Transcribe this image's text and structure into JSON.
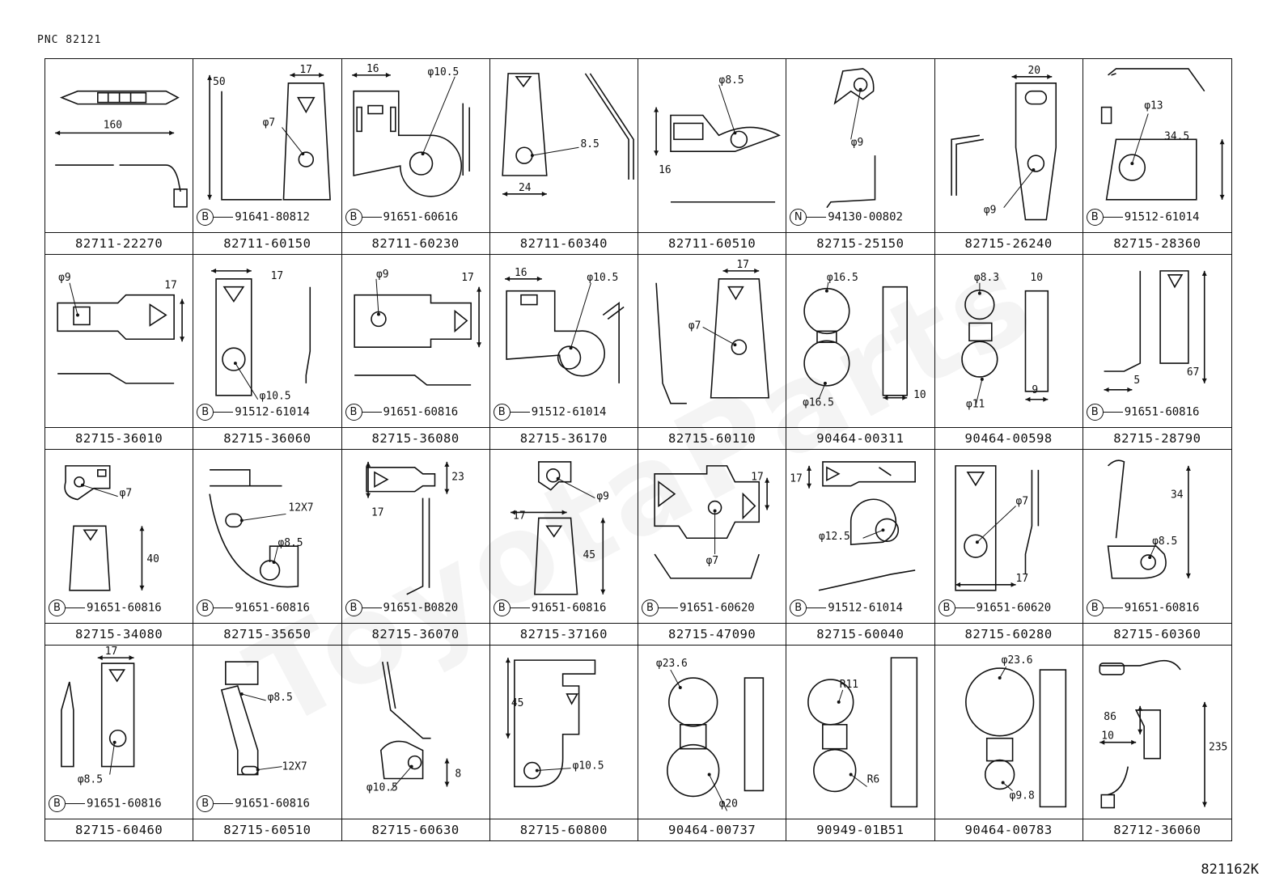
{
  "pnc": "PNC 82121",
  "diagram_code": "821162K",
  "watermark": "ToyotaParts",
  "cells": [
    {
      "part": "82711-22270",
      "dims": [
        "160"
      ]
    },
    {
      "part": "82711-60150",
      "marker": "B",
      "callout": "91641-80812",
      "dims": [
        "50",
        "17",
        "φ7"
      ]
    },
    {
      "part": "82711-60230",
      "marker": "B",
      "callout": "91651-60616",
      "dims": [
        "16",
        "φ10.5"
      ]
    },
    {
      "part": "82711-60340",
      "dims": [
        "8.5",
        "24"
      ]
    },
    {
      "part": "82711-60510",
      "dims": [
        "φ8.5",
        "16"
      ]
    },
    {
      "part": "82715-25150",
      "marker": "N",
      "callout": "94130-00802",
      "dims": [
        "φ9"
      ]
    },
    {
      "part": "82715-26240",
      "dims": [
        "20",
        "φ9"
      ]
    },
    {
      "part": "82715-28360",
      "marker": "B",
      "callout": "91512-61014",
      "dims": [
        "φ13",
        "34.5"
      ]
    },
    {
      "part": "82715-36010",
      "dims": [
        "φ9",
        "17"
      ]
    },
    {
      "part": "82715-36060",
      "marker": "B",
      "callout": "91512-61014",
      "dims": [
        "17",
        "φ10.5"
      ]
    },
    {
      "part": "82715-36080",
      "marker": "B",
      "callout": "91651-60816",
      "dims": [
        "φ9",
        "17"
      ]
    },
    {
      "part": "82715-36170",
      "marker": "B",
      "callout": "91512-61014",
      "dims": [
        "16",
        "φ10.5"
      ]
    },
    {
      "part": "82715-60110",
      "dims": [
        "17",
        "φ7"
      ]
    },
    {
      "part": "90464-00311",
      "dims": [
        "φ16.5",
        "φ16.5",
        "10"
      ]
    },
    {
      "part": "90464-00598",
      "dims": [
        "φ8.3",
        "10",
        "φ11",
        "9"
      ]
    },
    {
      "part": "82715-28790",
      "marker": "B",
      "callout": "91651-60816",
      "dims": [
        "5",
        "67"
      ]
    },
    {
      "part": "82715-34080",
      "marker": "B",
      "callout": "91651-60816",
      "dims": [
        "φ7",
        "40"
      ]
    },
    {
      "part": "82715-35650",
      "marker": "B",
      "callout": "91651-60816",
      "dims": [
        "12X7",
        "φ8.5"
      ]
    },
    {
      "part": "82715-36070",
      "marker": "B",
      "callout": "91651-B0820",
      "dims": [
        "23",
        "17"
      ]
    },
    {
      "part": "82715-37160",
      "marker": "B",
      "callout": "91651-60816",
      "dims": [
        "φ9",
        "17",
        "45"
      ]
    },
    {
      "part": "82715-47090",
      "marker": "B",
      "callout": "91651-60620",
      "dims": [
        "17",
        "φ7"
      ]
    },
    {
      "part": "82715-60040",
      "marker": "B",
      "callout": "91512-61014",
      "dims": [
        "17",
        "φ12.5"
      ]
    },
    {
      "part": "82715-60280",
      "marker": "B",
      "callout": "91651-60620",
      "dims": [
        "φ7",
        "17"
      ]
    },
    {
      "part": "82715-60360",
      "marker": "B",
      "callout": "91651-60816",
      "dims": [
        "34",
        "φ8.5"
      ]
    },
    {
      "part": "82715-60460",
      "marker": "B",
      "callout": "91651-60816",
      "dims": [
        "17",
        "φ8.5"
      ]
    },
    {
      "part": "82715-60510",
      "marker": "B",
      "callout": "91651-60816",
      "dims": [
        "φ8.5",
        "12X7"
      ]
    },
    {
      "part": "82715-60630",
      "dims": [
        "φ10.5",
        "8"
      ]
    },
    {
      "part": "82715-60800",
      "dims": [
        "45",
        "φ10.5"
      ]
    },
    {
      "part": "90464-00737",
      "dims": [
        "φ23.6",
        "φ20"
      ]
    },
    {
      "part": "90949-01B51",
      "dims": [
        "R11",
        "R6"
      ]
    },
    {
      "part": "90464-00783",
      "dims": [
        "φ23.6",
        "φ9.8"
      ]
    },
    {
      "part": "82712-36060",
      "dims": [
        "86",
        "10",
        "235"
      ]
    }
  ]
}
